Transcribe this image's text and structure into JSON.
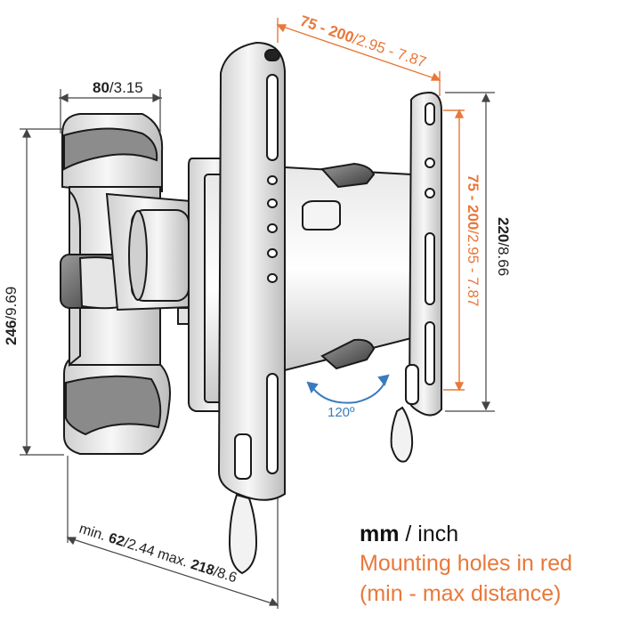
{
  "dimensions": {
    "top_depth": {
      "bold": "80",
      "rest": "/3.15"
    },
    "height_left": {
      "bold": "246",
      "rest": "/9.69"
    },
    "height_right": {
      "bold": "220",
      "rest": "/8.66"
    },
    "hole_horizontal": {
      "bold": "75 - 200",
      "rest": "/2.95 - 7.87"
    },
    "hole_vertical": {
      "bold": "75 - 200",
      "rest": "/2.95 - 7.87"
    },
    "depth_range": {
      "pre": "min. ",
      "min_bold": "62",
      "min_rest": "/2.44 max. ",
      "max_bold": "218",
      "max_rest": "/8.6"
    },
    "swivel": "120º"
  },
  "legend": {
    "unit_bold": "mm",
    "unit_rest": " / inch",
    "line2": "Mounting holes in red",
    "line3": "(min - max distance)"
  },
  "colors": {
    "accent": "#e8783a",
    "dimension_line": "#444444",
    "outline": "#1a1a1a",
    "swivel_arrow": "#3a7bbf"
  }
}
